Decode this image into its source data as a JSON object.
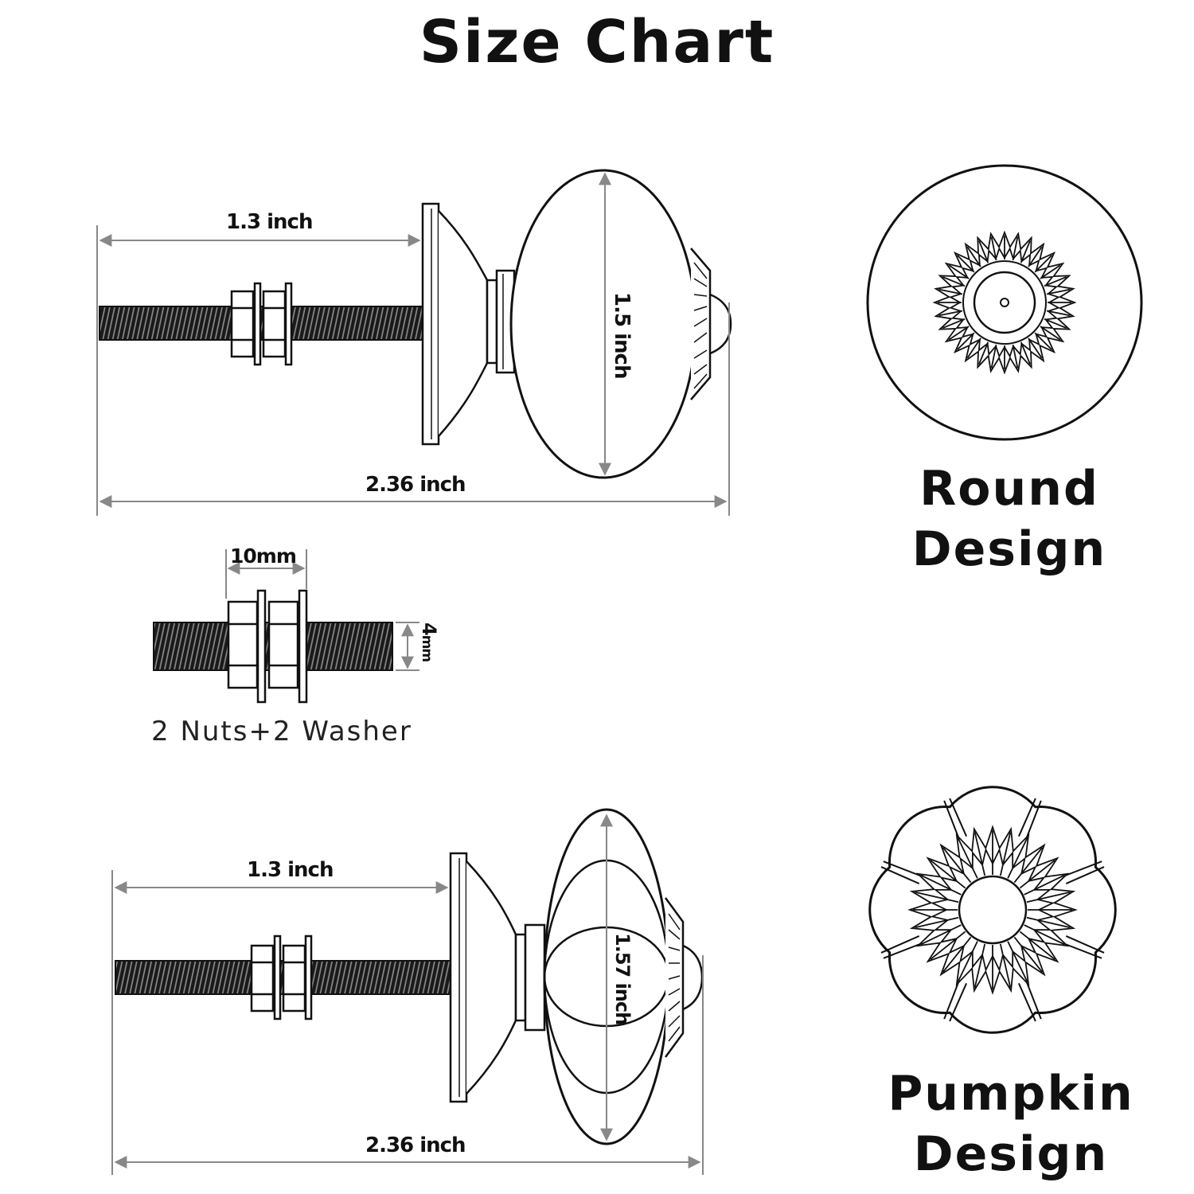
{
  "title": "Size Chart",
  "round": {
    "shaft_length": "1.3 inch",
    "head_height": "1.5 inch",
    "total_length": "2.36 inch",
    "name_line1": "Round",
    "name_line2": "Design"
  },
  "hardware": {
    "nut_width": "10mm",
    "thread_diameter_num": "4",
    "thread_diameter_unit": "mm",
    "caption": "2 Nuts+2 Washer"
  },
  "pumpkin": {
    "shaft_length": "1.3 inch",
    "head_height": "1.57 inch",
    "total_length": "2.36 inch",
    "name_line1": "Pumpkin",
    "name_line2": "Design"
  },
  "colors": {
    "ink": "#111111",
    "dimension_line": "#777777"
  }
}
